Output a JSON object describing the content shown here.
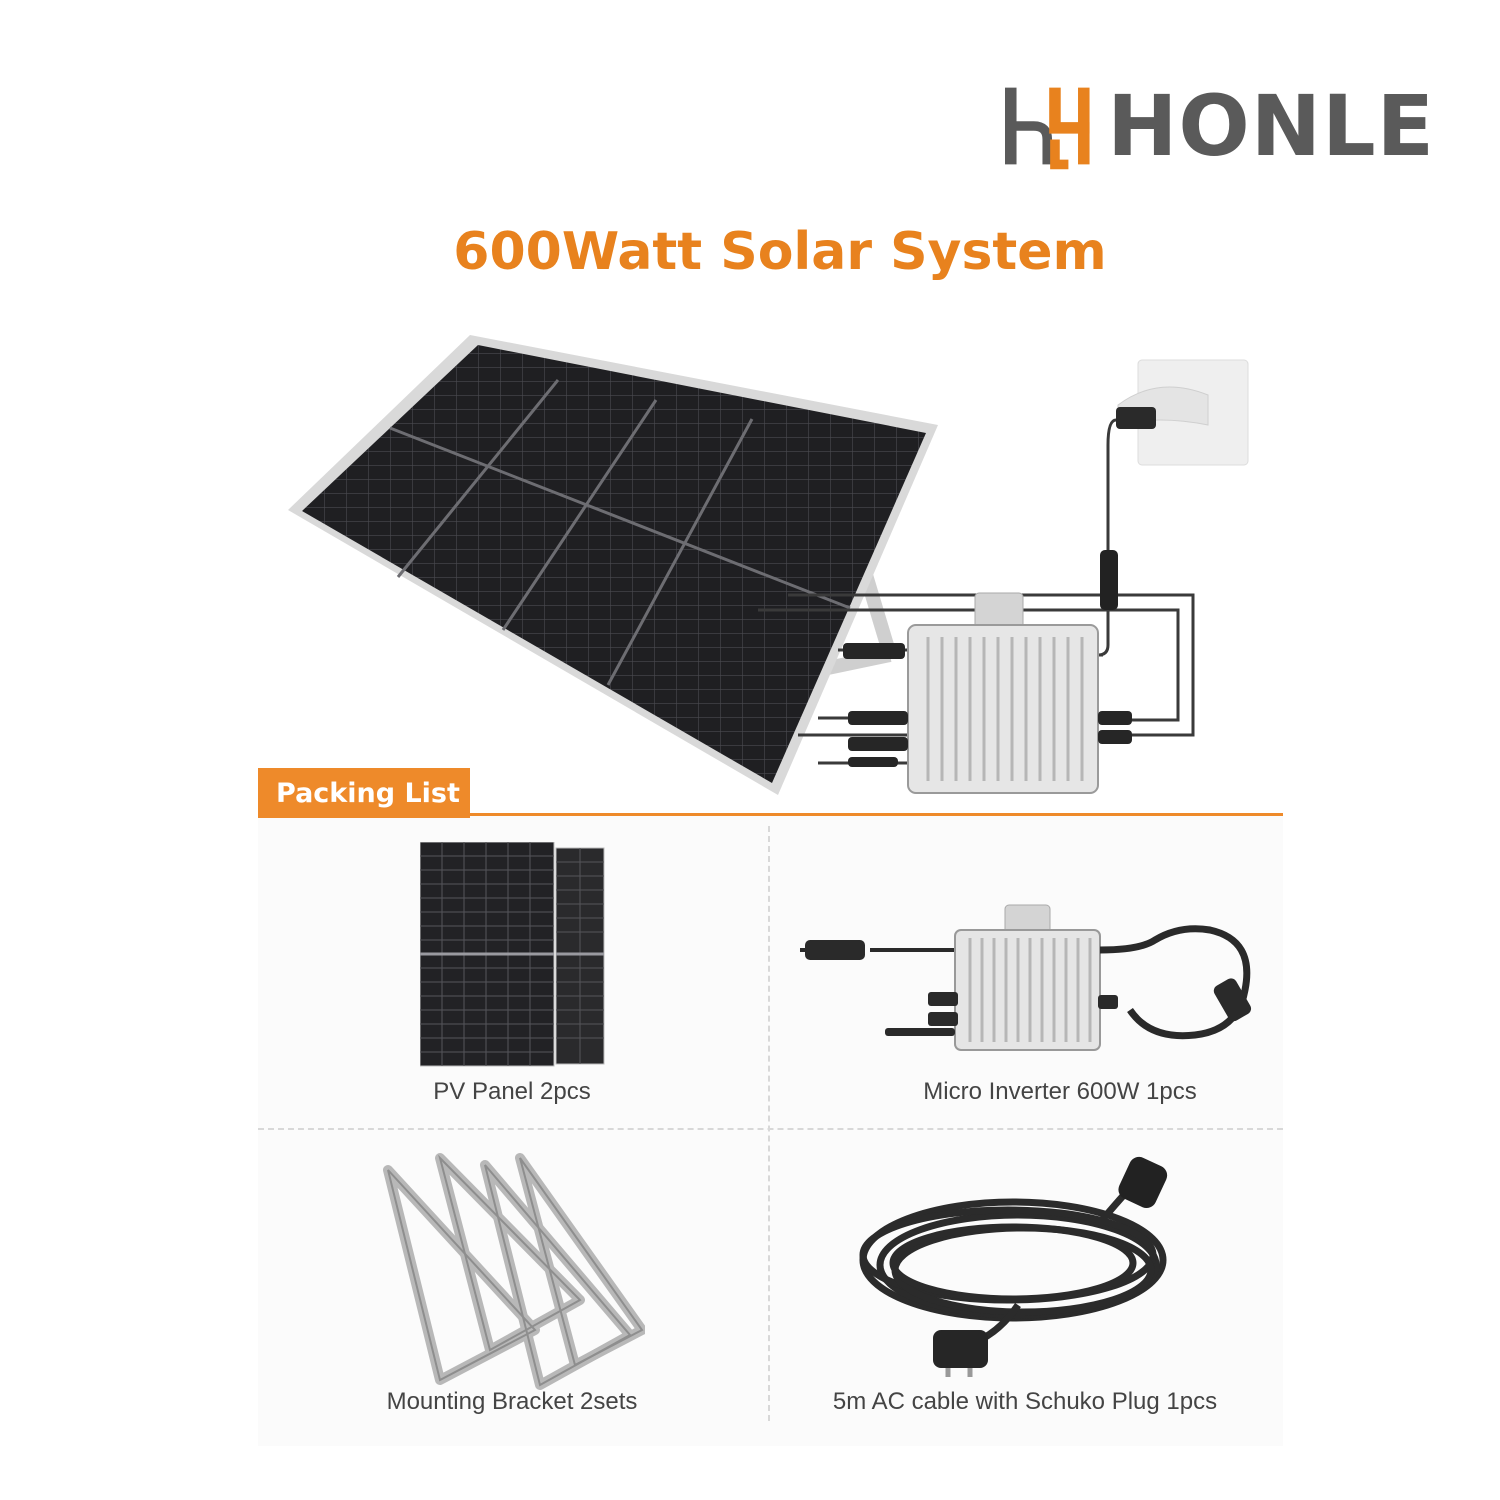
{
  "brand": {
    "name": "HONLE",
    "logo_icon": "h4-logo-icon",
    "colors": {
      "gray": "#5a5a5a",
      "orange": "#e8821e"
    }
  },
  "headline": "600Watt Solar System",
  "packing": {
    "title": "Packing List",
    "items": [
      {
        "label": "PV Panel 2pcs",
        "icon": "solar-panel-icon"
      },
      {
        "label": "Micro Inverter 600W 1pcs",
        "icon": "micro-inverter-icon"
      },
      {
        "label": "Mounting Bracket 2sets",
        "icon": "mounting-bracket-icon"
      },
      {
        "label": "5m AC cable with Schuko Plug 1pcs",
        "icon": "ac-cable-icon"
      }
    ]
  },
  "colors": {
    "accent": "#ee8a2a",
    "panel": "#1d1d1f",
    "frame": "#d9d9d9"
  }
}
